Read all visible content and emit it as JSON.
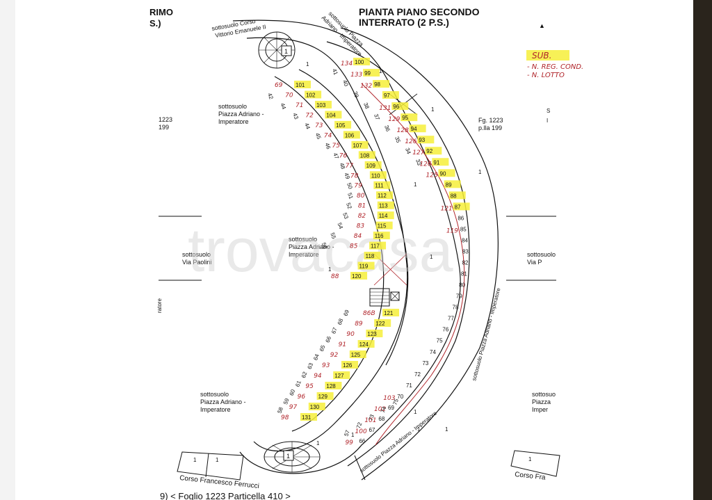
{
  "header": {
    "title_line1": "PIANTA PIANO SECONDO",
    "title_line2": "INTERRATO  (2 P.S.)",
    "left_frag_1": "RIMO",
    "left_frag_2": "S.)"
  },
  "legend": {
    "title": "SUB.",
    "line1": "- N. REG. COND.",
    "line2": "- N. LOTTO"
  },
  "labels": {
    "corso_vittorio_1": "sottosuolo Corso",
    "corso_vittorio_2": "Vittorio Emanuele II",
    "piazza_top_1": "sottosuolo Piazza",
    "piazza_top_2": "Adriano - Imperatore",
    "piazza_left_1": "sottosuolo",
    "piazza_left_2": "Piazza Adriano -",
    "piazza_left_3": "Imperatore",
    "fg_right_1": "Fg. 1223",
    "fg_right_2": "p.lla 199",
    "fg_left_1": "1223",
    "fg_left_2": "199",
    "piazza_mid_1": "sottosuolo",
    "piazza_mid_2": "Piazza Adriano -",
    "piazza_mid_3": "Imperatore",
    "paolini_1": "sottosuolo",
    "paolini_2": "Via Paolini",
    "via_p_1": "sottosuolo",
    "via_p_2": "Via P",
    "piazza_bl_1": "sottosuolo",
    "piazza_bl_2": "Piazza Adriano -",
    "piazza_bl_3": "Imperatore",
    "piazza_br_1": "sottosuo",
    "piazza_br_2": "Piazza",
    "piazza_br_3": "Imper",
    "piazza_vert_right": "sottosuolo Piazza Adriano - Imperatore",
    "piazza_vert_bottom": "sottosuolo Piazza Adriano - Imperatore",
    "ferrucci": "Corso Francesco Ferrucci",
    "corso_fra": "Corso Fra",
    "footer": "9)   < Foglio 1223 Particella 410 >"
  },
  "watermark": "trovacasa",
  "units_left": [
    "101",
    "102",
    "103",
    "104",
    "105",
    "106",
    "107",
    "108",
    "109",
    "110",
    "111",
    "112",
    "113",
    "114",
    "115",
    "116",
    "117",
    "118",
    "119",
    "120"
  ],
  "units_left_hand": [
    "69",
    "70",
    "71",
    "72",
    "73",
    "74",
    "75",
    "76",
    "77",
    "78",
    "79",
    "80",
    "81",
    "82",
    "83",
    "84",
    "85",
    "",
    "",
    "88"
  ],
  "units_bottom": [
    "121",
    "122",
    "123",
    "124",
    "125",
    "126",
    "127",
    "128",
    "129",
    "130",
    "131"
  ],
  "units_bottom_hand": [
    "86B",
    "89",
    "90",
    "91",
    "92",
    "93",
    "94",
    "95",
    "96",
    "97",
    "98"
  ],
  "units_top": [
    "100",
    "99",
    "98",
    "97",
    "96",
    "95",
    "94",
    "93",
    "92",
    "91",
    "90",
    "89",
    "88",
    "87",
    "86",
    "85",
    "84",
    "83",
    "82",
    "81",
    "80",
    "79",
    "78",
    "77",
    "76",
    "75",
    "74",
    "73",
    "72",
    "71",
    "70",
    "69",
    "68",
    "67",
    "66"
  ],
  "units_top_hand": [
    "134",
    "133",
    "132",
    "",
    "131",
    "129",
    "128",
    "126",
    "127",
    "126",
    "125",
    "",
    "",
    "121",
    "",
    "119",
    "",
    "",
    "",
    "",
    "",
    "",
    "",
    "",
    "",
    "",
    "",
    "",
    "",
    "",
    "103",
    "102",
    "101",
    "100",
    "99"
  ],
  "lot_numbers_left": [
    "42",
    "44",
    "43",
    "44",
    "45",
    "46",
    "47",
    "48",
    "49",
    "50",
    "51",
    "52",
    "53",
    "54",
    "55",
    "56"
  ],
  "lot_numbers_inner": [
    "41",
    "40",
    "39",
    "38",
    "37",
    "36",
    "35",
    "34",
    "33"
  ],
  "lot_numbers_bottom": [
    "58",
    "59",
    "60",
    "61",
    "62",
    "63",
    "64",
    "65",
    "66",
    "67",
    "68",
    "69"
  ],
  "lot_numbers_bottom_inner": [
    "57",
    "72",
    "73",
    "74",
    "75"
  ],
  "misc_ones": [
    "1",
    "1",
    "1",
    "1",
    "1",
    "1",
    "1",
    "1",
    "1",
    "1",
    "1",
    "1"
  ]
}
